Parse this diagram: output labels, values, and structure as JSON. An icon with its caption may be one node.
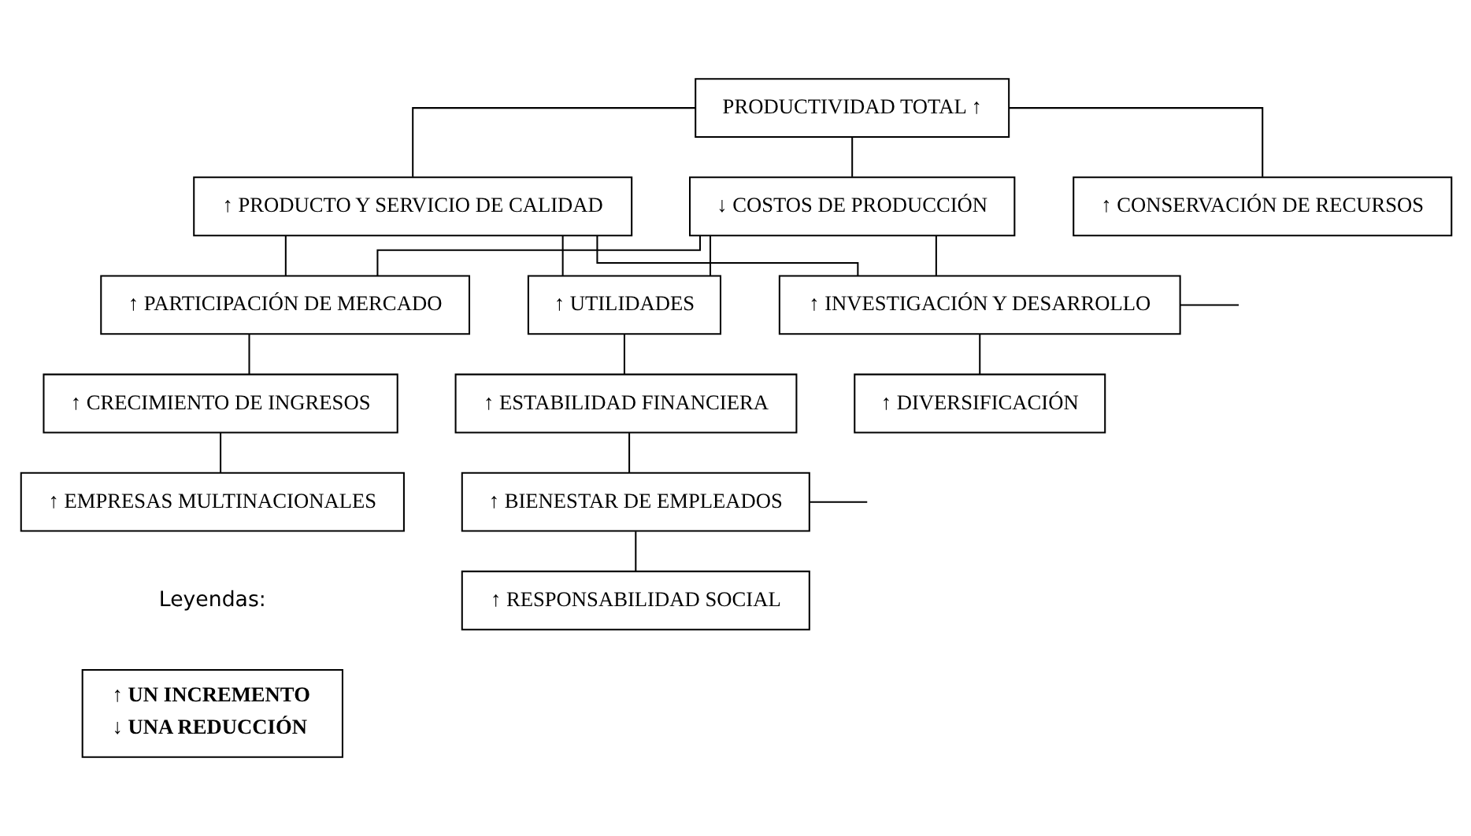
{
  "diagram": {
    "nodes": [
      {
        "text": [
          "PRODUCTIVIDAD TOTAL ↑"
        ]
      },
      {
        "text": [
          "↑ PRODUCTO Y SERVICIO DE CALIDAD"
        ]
      },
      {
        "text": [
          "↓ COSTOS DE PRODUCCIÓN"
        ]
      },
      {
        "text": [
          "↑ CONSERVACIÓN DE RECURSOS"
        ]
      },
      {
        "text": [
          "↑ PARTICIPACIÓN DE MERCADO"
        ]
      },
      {
        "text": [
          "↑ UTILIDADES"
        ]
      },
      {
        "text": [
          "↑ INVESTIGACIÓN Y DESARROLLO"
        ]
      },
      {
        "text": [
          "↑ CRECIMIENTO DE INGRESOS"
        ]
      },
      {
        "text": [
          "↑ ESTABILIDAD FINANCIERA"
        ]
      },
      {
        "text": [
          "↑ DIVERSIFICACIÓN"
        ]
      },
      {
        "text": [
          "↑ EMPRESAS MULTINACIONALES"
        ]
      },
      {
        "text": [
          "↑ BIENESTAR DE EMPLEADOS"
        ]
      },
      {
        "text": [
          "↑ RESPONSABILIDAD SOCIAL"
        ]
      }
    ],
    "edges": [
      {
        "from": 0,
        "to": 1,
        "arrow": "none"
      },
      {
        "from": 0,
        "to": 2,
        "arrow": "none"
      },
      {
        "from": 0,
        "to": 3,
        "arrow": "none"
      },
      {
        "from": 1,
        "to": 4,
        "arrow": "none"
      },
      {
        "from": 1,
        "to": 5,
        "arrow": "none"
      },
      {
        "from": 1,
        "to": 6,
        "arrow": "none"
      },
      {
        "from": 2,
        "to": 4,
        "arrow": "none"
      },
      {
        "from": 2,
        "to": 5,
        "arrow": "none"
      },
      {
        "from": 2,
        "to": 6,
        "arrow": "none"
      },
      {
        "from": 4,
        "to": 7,
        "arrow": "none"
      },
      {
        "from": 7,
        "to": 10,
        "arrow": "none"
      },
      {
        "from": 5,
        "to": 8,
        "arrow": "none"
      },
      {
        "from": 8,
        "to": 11,
        "arrow": "none"
      },
      {
        "from": 6,
        "to": 9,
        "arrow": "none"
      },
      {
        "from": 11,
        "to": 12,
        "arrow": "none"
      },
      {
        "from": 6,
        "to": null,
        "arrow": "none"
      },
      {
        "from": 11,
        "to": null,
        "arrow": "none"
      }
    ],
    "labels": [
      "Leyendas:"
    ],
    "legend": [
      {
        "text": "↑ UN INCREMENTO"
      },
      {
        "text": "↓ UNA REDUCCIÓN"
      }
    ]
  }
}
